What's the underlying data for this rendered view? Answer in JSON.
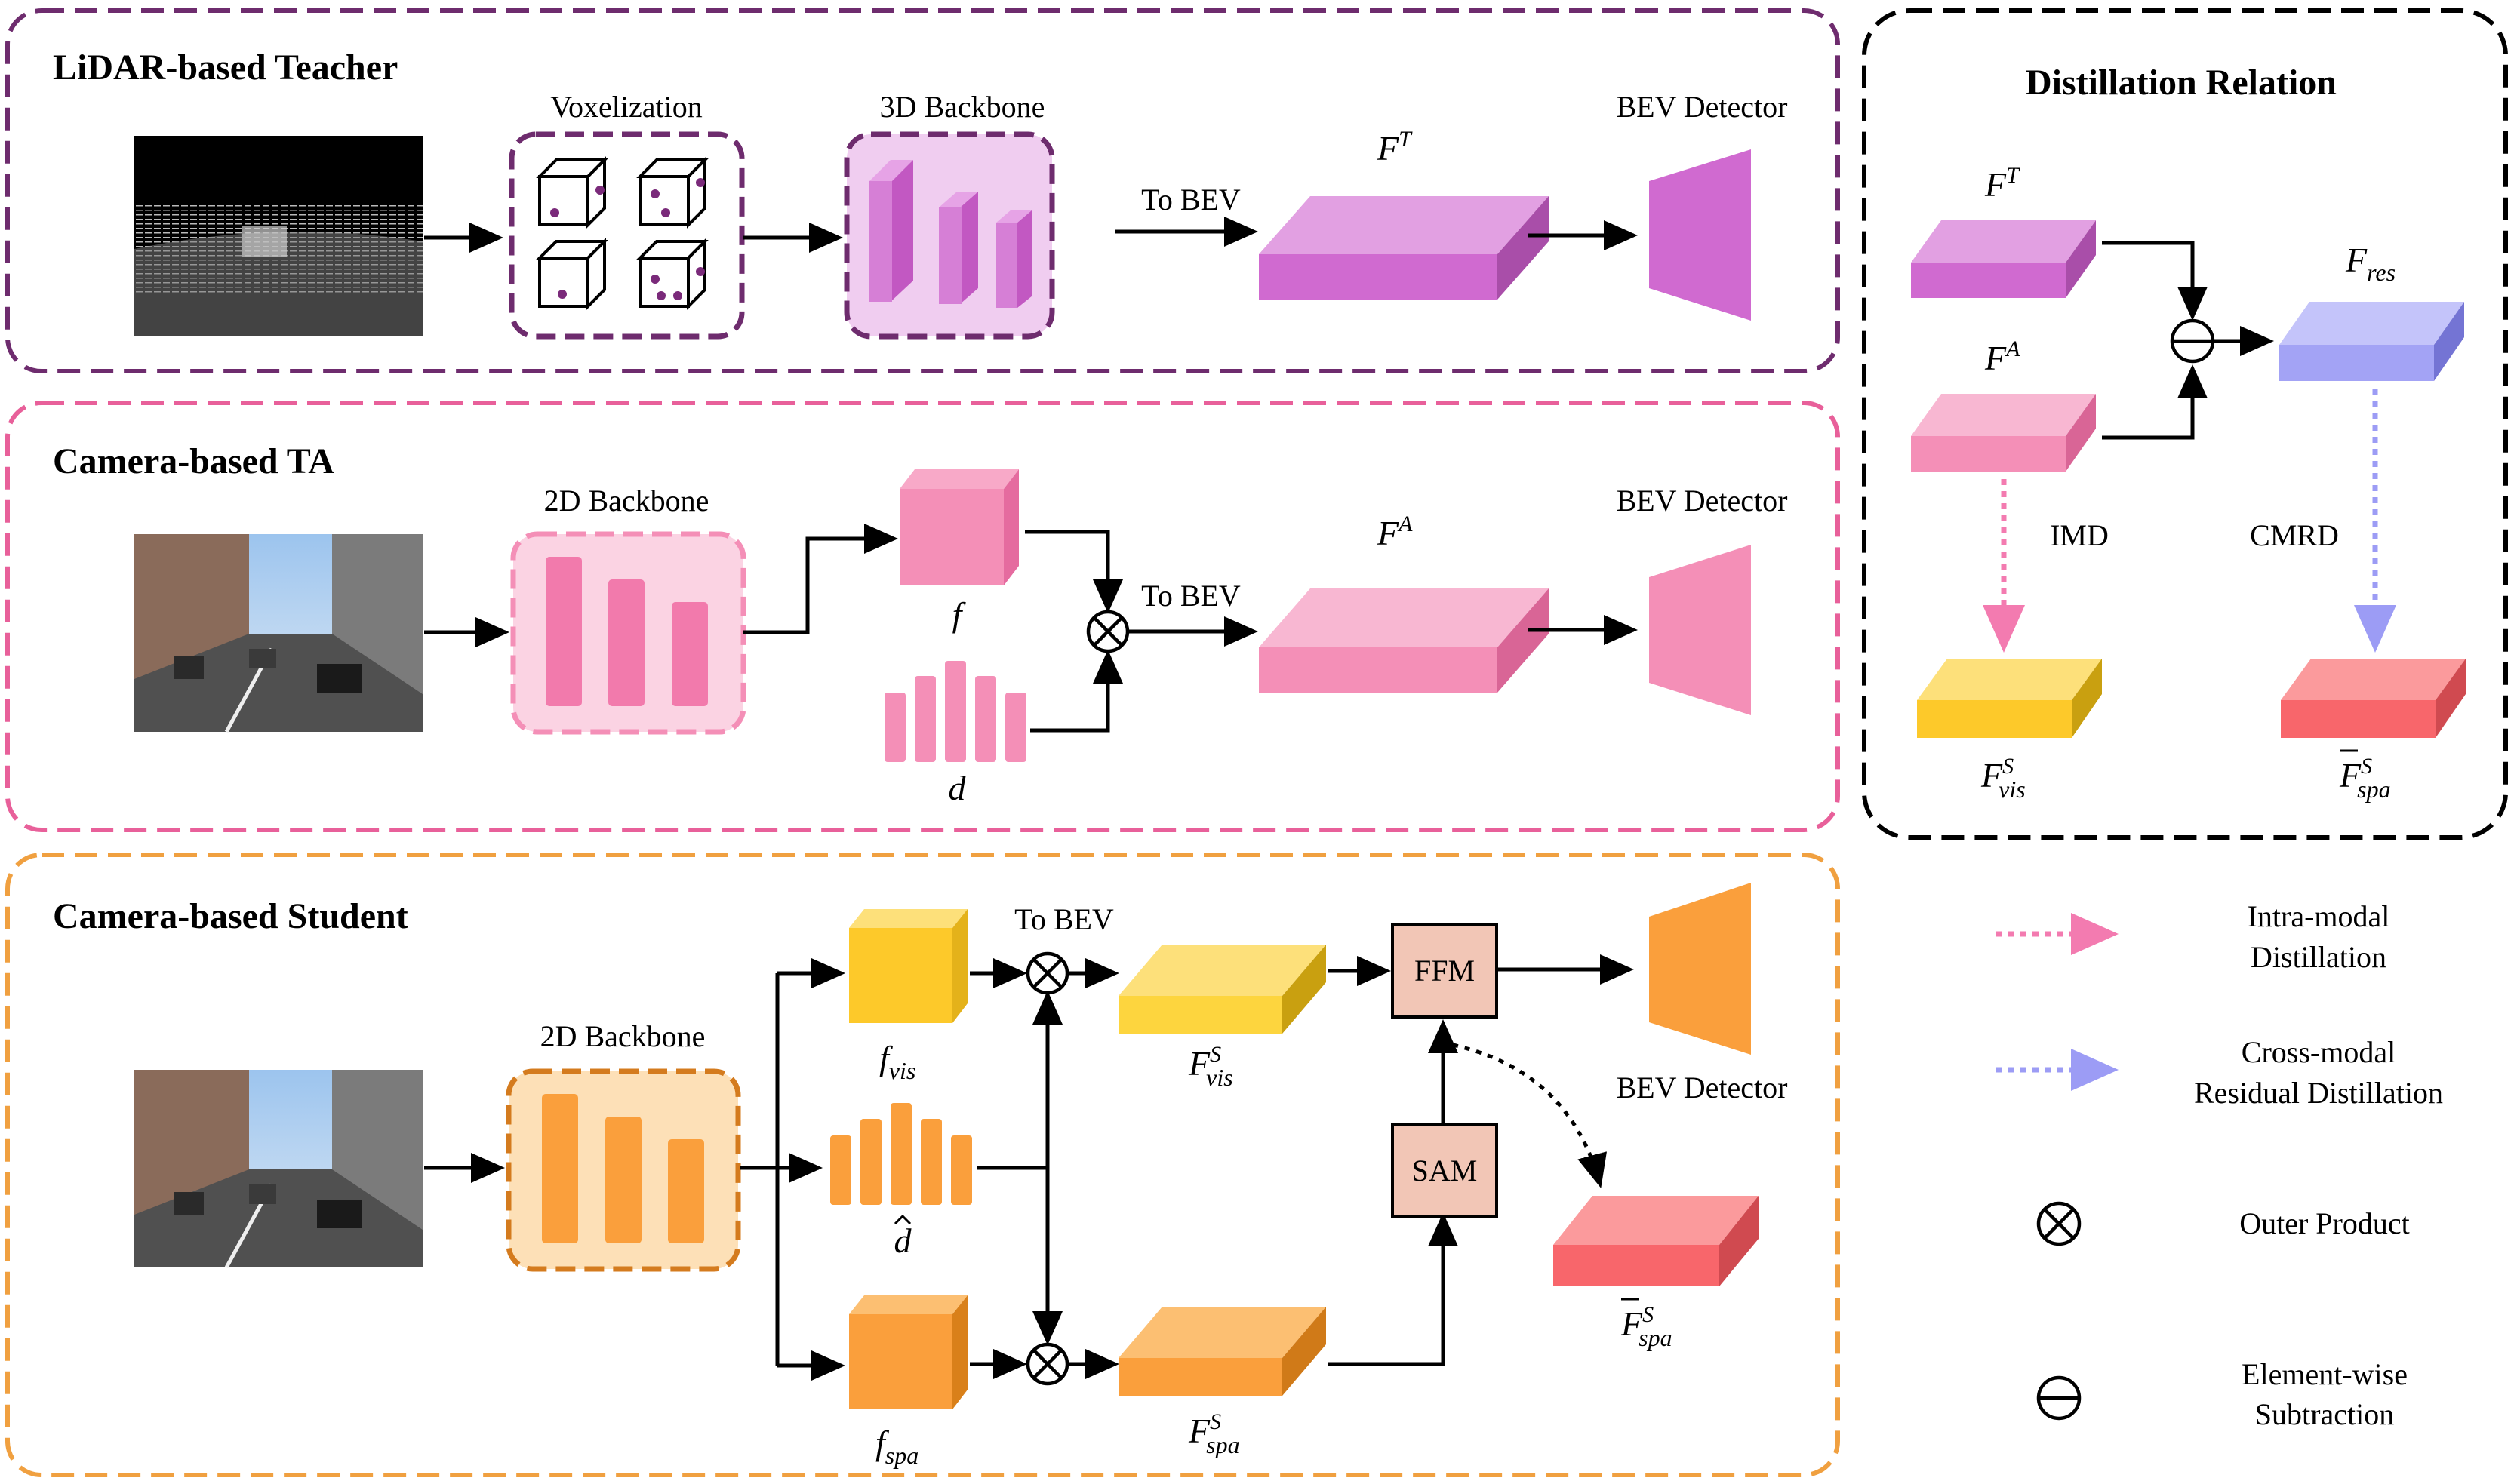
{
  "panels": {
    "teacher": {
      "title": "LiDAR-based Teacher"
    },
    "ta": {
      "title": "Camera-based TA"
    },
    "student": {
      "title": "Camera-based Student"
    },
    "relation": {
      "title": "Distillation Relation"
    }
  },
  "labels": {
    "voxelization": "Voxelization",
    "backbone_3d": "3D Backbone",
    "to_bev_teacher": "To BEV",
    "bev_detector_teacher": "BEV Detector",
    "backbone_2d_ta": "2D Backbone",
    "to_bev_ta": "To BEV",
    "bev_detector_ta": "BEV Detector",
    "backbone_2d_student": "2D Backbone",
    "to_bev_student": "To BEV",
    "bev_detector_student": "BEV Detector",
    "ffm": "FFM",
    "sam": "SAM",
    "imd": "IMD",
    "cmrd": "CMRD"
  },
  "math": {
    "F": "F",
    "f": "f",
    "d": "d",
    "sup_T": "T",
    "sup_A": "A",
    "sup_S": "S",
    "sub_vis": "vis",
    "sub_spa": "spa",
    "sub_res": "res"
  },
  "legend": {
    "intra_1": "Intra-modal",
    "intra_2": "Distillation",
    "cross_1": "Cross-modal",
    "cross_2": "Residual Distillation",
    "outer": "Outer Product",
    "elem_1": "Element-wise",
    "elem_2": "Subtraction"
  },
  "colors": {
    "teacher_border": "#6e2c6e",
    "ta_border": "#e8609a",
    "student_border": "#f0a040",
    "relation_border": "#000000",
    "teacher_feature": "#d67fd6",
    "ta_feature": "#f48fb7",
    "student_feature": "#fdd53e",
    "spa_feature": "#fa9f3c",
    "res_feature": "#a3a3f5",
    "target_spa": "#f8666b",
    "imd_arrow": "#f37bb0",
    "cmrd_arrow": "#9c9cf5",
    "module_fill": "#f2c6b6"
  }
}
